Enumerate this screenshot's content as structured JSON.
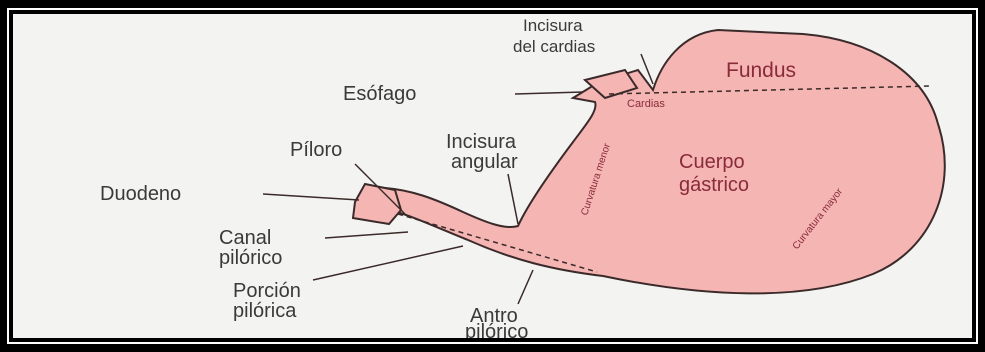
{
  "labels": {
    "incisura_cardias_1": "Incisura",
    "incisura_cardias_2": "del cardias",
    "fundus": "Fundus",
    "esofago": "Esófago",
    "cardias": "Cardias",
    "piloro": "Píloro",
    "incisura_angular_1": "Incisura",
    "incisura_angular_2": "angular",
    "cuerpo_1": "Cuerpo",
    "cuerpo_2": "gástrico",
    "duodeno": "Duodeno",
    "canal_1": "Canal",
    "canal_2": "pilórico",
    "porcion_1": "Porción",
    "porcion_2": "pilórica",
    "antro_1": "Antro",
    "antro_2": "pilórico",
    "curvatura_menor": "Curvatura menor",
    "curvatura_mayor": "Curvatura mayor"
  },
  "colors": {
    "stomach_fill": "#f4b5b3",
    "stomach_stroke": "#3b2a2a",
    "inner_text": "#8a2b3a",
    "label_text": "#3a3a3a"
  }
}
